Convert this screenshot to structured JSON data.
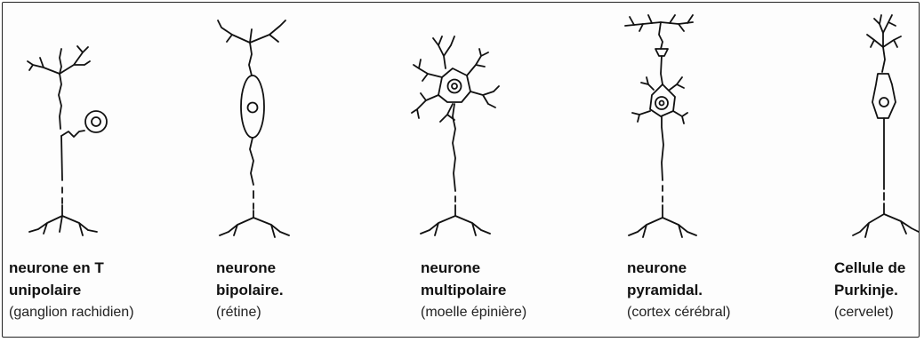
{
  "neurons": [
    {
      "name_line1": "neurone en T",
      "name_line2": "unipolaire",
      "location": "(ganglion rachidien)"
    },
    {
      "name_line1": "neurone",
      "name_line2": "bipolaire.",
      "location": "(rétine)"
    },
    {
      "name_line1": "neurone",
      "name_line2": "multipolaire",
      "location": "(moelle épinière)"
    },
    {
      "name_line1": "neurone",
      "name_line2": "pyramidal.",
      "location": "(cortex cérébral)"
    },
    {
      "name_line1": "Cellule de",
      "name_line2": "Purkinje.",
      "location": "(cervelet)"
    }
  ]
}
